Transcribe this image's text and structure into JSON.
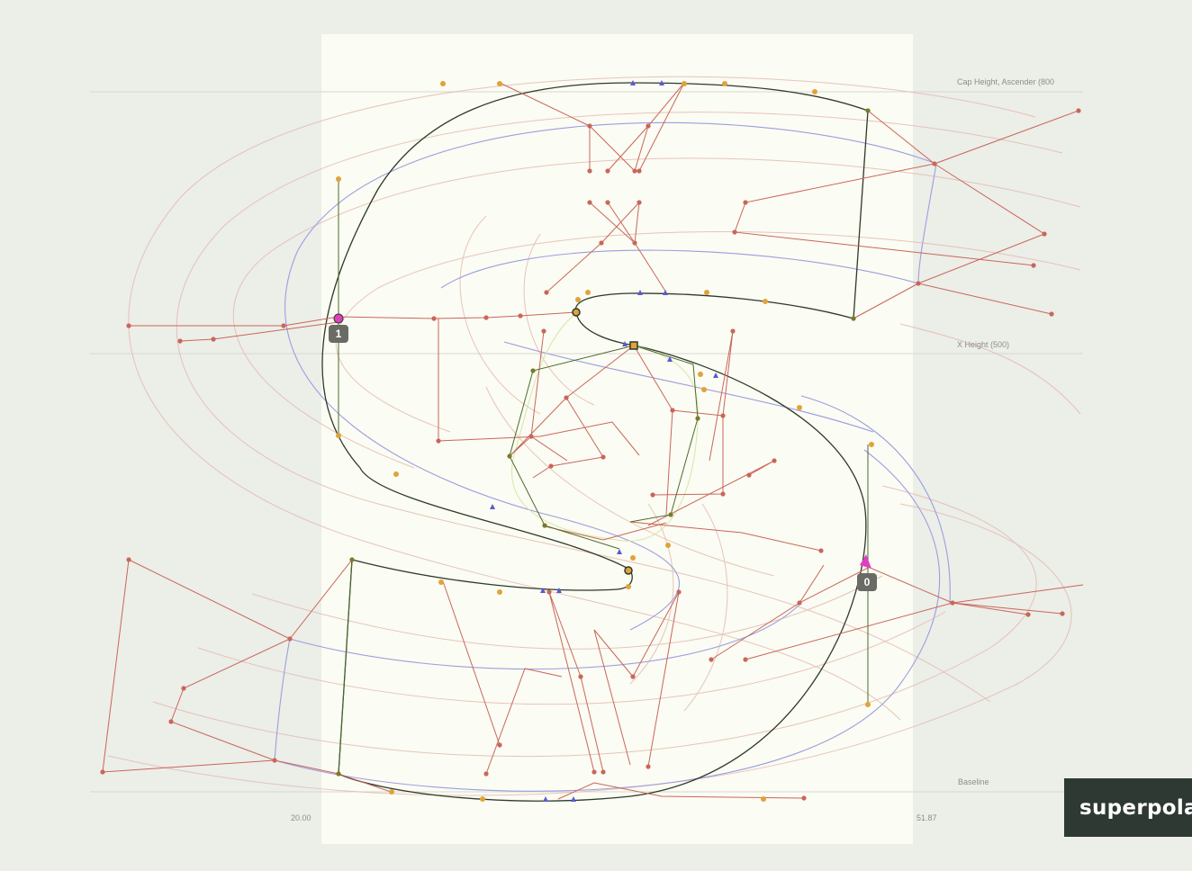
{
  "guides": {
    "cap_height": "Cap Height, Ascender (800",
    "x_height": "X Height (500)",
    "baseline": "Baseline"
  },
  "metrics": {
    "left_sidebearing": "20.00",
    "right_sidebearing": "51.87"
  },
  "points": {
    "start_label": "0",
    "second_label": "1"
  },
  "brand": {
    "name": "superpola"
  },
  "colors": {
    "background": "#eceee8",
    "glyph_box": "#fbfcf3",
    "outline": "#2d3a2a",
    "skeleton": "#c9665a",
    "interpolation": "#8f8fd6",
    "offcurve_point": "#e0a33a",
    "start_point": "#e040c0"
  }
}
